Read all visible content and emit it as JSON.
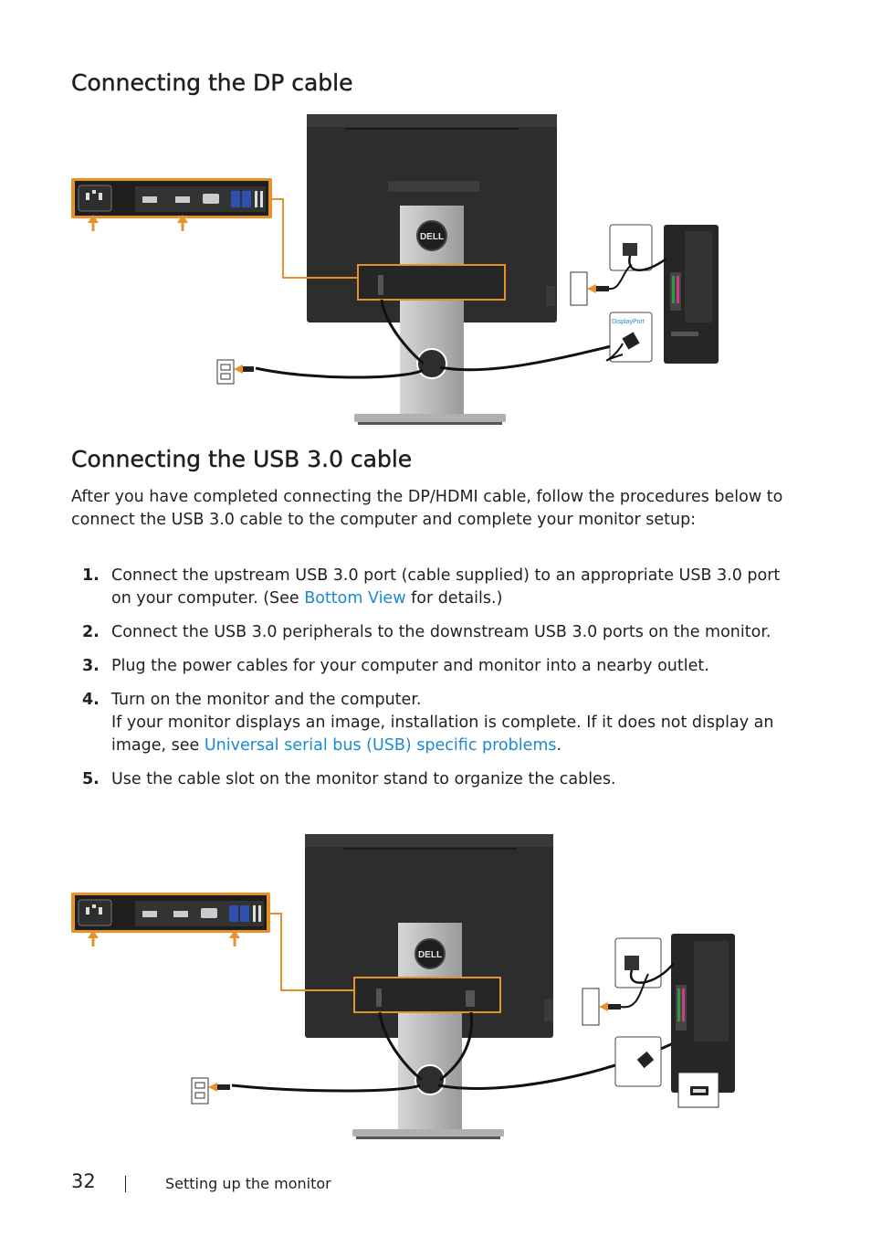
{
  "section1": {
    "title": "Connecting the DP cable",
    "figure_label": "DisplayPort"
  },
  "section2": {
    "title": "Connecting the USB 3.0 cable",
    "intro": "After you have completed connecting the DP/HDMI cable, follow the procedures below to connect the USB 3.0 cable to the computer and complete your monitor setup:",
    "steps": [
      {
        "num": "1.",
        "text_before": "Connect the upstream USB 3.0 port (cable supplied) to an appropriate USB 3.0 port on your computer. (See ",
        "link": "Bottom View",
        "text_after": " for details.)"
      },
      {
        "num": "2.",
        "text": "Connect the USB 3.0 peripherals to the downstream USB 3.0 ports on the monitor."
      },
      {
        "num": "3.",
        "text": "Plug the power cables for your computer and monitor into a nearby outlet."
      },
      {
        "num": "4.",
        "line1": "Turn on the monitor and the computer.",
        "text_before": "If your monitor displays an image, installation is complete. If it does not display an image, see ",
        "link": "Universal serial bus (USB) specific problems",
        "text_after": "."
      },
      {
        "num": "5.",
        "text": "Use the cable slot on the monitor stand to organize the cables."
      }
    ]
  },
  "footer": {
    "page_number": "32",
    "section": "Setting up the monitor"
  },
  "colors": {
    "accent_orange": "#e8902a",
    "link_blue": "#1a8bd0",
    "monitor_dark": "#2b2b2b",
    "stand_gray": "#bfbfbf"
  }
}
